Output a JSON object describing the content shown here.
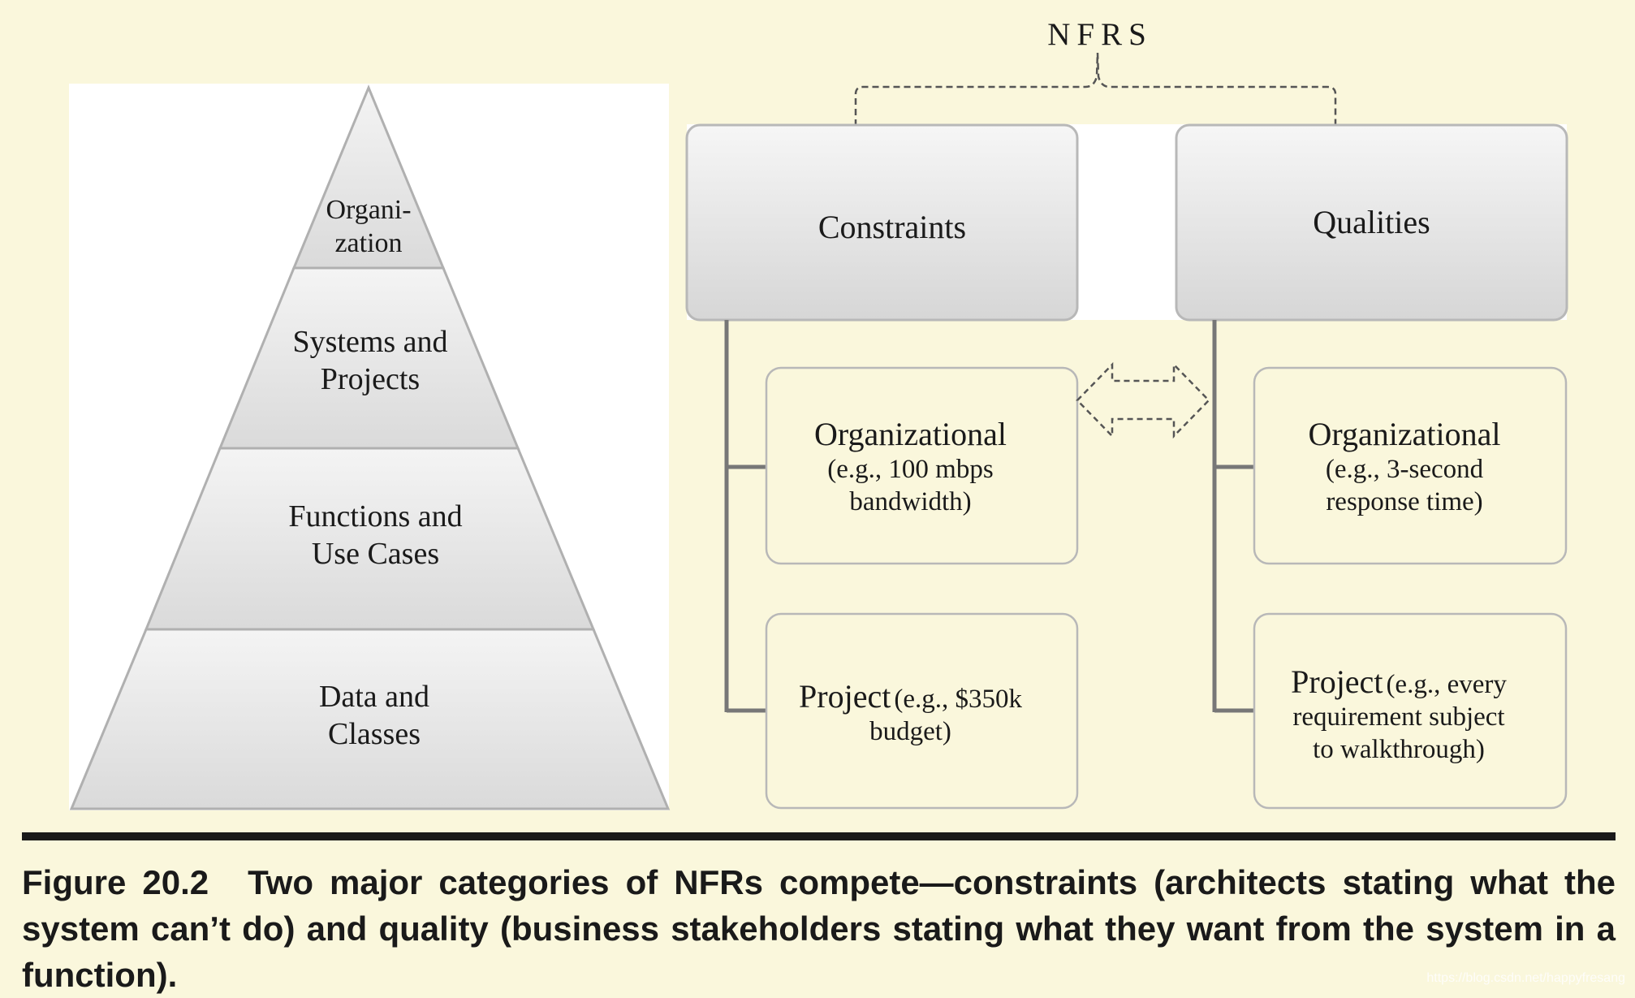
{
  "pyramid": {
    "levels": [
      {
        "lines": [
          "Organi-",
          "zation"
        ]
      },
      {
        "lines": [
          "Systems and",
          "Projects"
        ]
      },
      {
        "lines": [
          "Functions and",
          "Use Cases"
        ]
      },
      {
        "lines": [
          "Data and",
          "Classes"
        ]
      }
    ]
  },
  "nfrs": {
    "title": "NFRS",
    "constraints": {
      "label": "Constraints",
      "organizational": {
        "main": "Organizational",
        "detail_lines": [
          "(e.g., 100 mbps",
          "bandwidth)"
        ]
      },
      "project": {
        "main": "Project",
        "detail_first": "(e.g., $350k",
        "detail_rest": "budget)"
      }
    },
    "qualities": {
      "label": "Qualities",
      "organizational": {
        "main": "Organizational",
        "detail_lines": [
          "(e.g., 3-second",
          "response time)"
        ]
      },
      "project": {
        "main": "Project",
        "detail_first": "(e.g., every",
        "detail_rest": [
          "requirement subject",
          "to walkthrough)"
        ]
      }
    }
  },
  "caption": {
    "figure_label": "Figure 20.2",
    "text": "Two major categories of NFRs compete—constraints (architects stating what the system can’t do) and quality (business stakeholders stating what they want from the system in a function)."
  },
  "watermark": "https://blog.csdn.net/happyfresang"
}
